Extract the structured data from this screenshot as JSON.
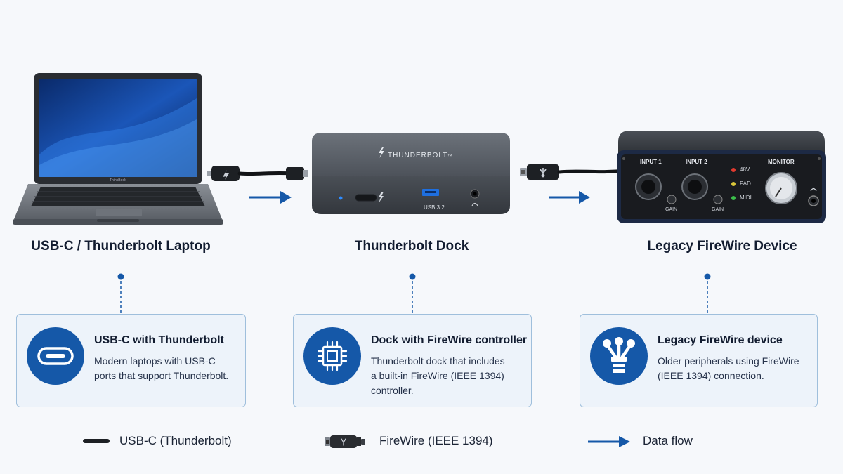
{
  "devices": {
    "laptop": {
      "title": "USB-C / Thunderbolt Laptop",
      "screen_badge": "ThinkBook"
    },
    "dock": {
      "title": "Thunderbolt Dock",
      "brand": "THUNDERBOLT",
      "brand_suffix": "™",
      "usb_label": "USB 3.2"
    },
    "firewire": {
      "title": "Legacy FireWire Device",
      "input1": "INPUT 1",
      "input2": "INPUT 2",
      "gain1": "GAIN",
      "gain2": "GAIN",
      "led_48v": "48V",
      "led_pad": "PAD",
      "led_midi": "MIDI",
      "monitor": "MONITOR"
    }
  },
  "cards": [
    {
      "icon": "usb-c-port-icon",
      "title": "USB-C with Thunderbolt",
      "desc_lines": [
        "Modern laptops with USB-C",
        "ports that support Thunderbolt."
      ]
    },
    {
      "icon": "chip-icon",
      "title": "Dock with FireWire controller",
      "desc_lines": [
        "Thunderbolt dock that includes",
        "a built-in FireWire (IEEE 1394)",
        "controller."
      ]
    },
    {
      "icon": "firewire-symbol-icon",
      "title": "Legacy FireWire device",
      "desc_lines": [
        "Older peripherals using FireWire",
        "(IEEE 1394) connection."
      ]
    }
  ],
  "legend": {
    "usb_c": "USB-C (Thunderbolt)",
    "firewire": "FireWire (IEEE 1394)",
    "data_flow": "Data flow"
  },
  "colors": {
    "accent_blue": "#1558a8",
    "card_bg": "#edf3fa",
    "card_border": "#9fbfdc",
    "device_dark": "#3c434c"
  }
}
